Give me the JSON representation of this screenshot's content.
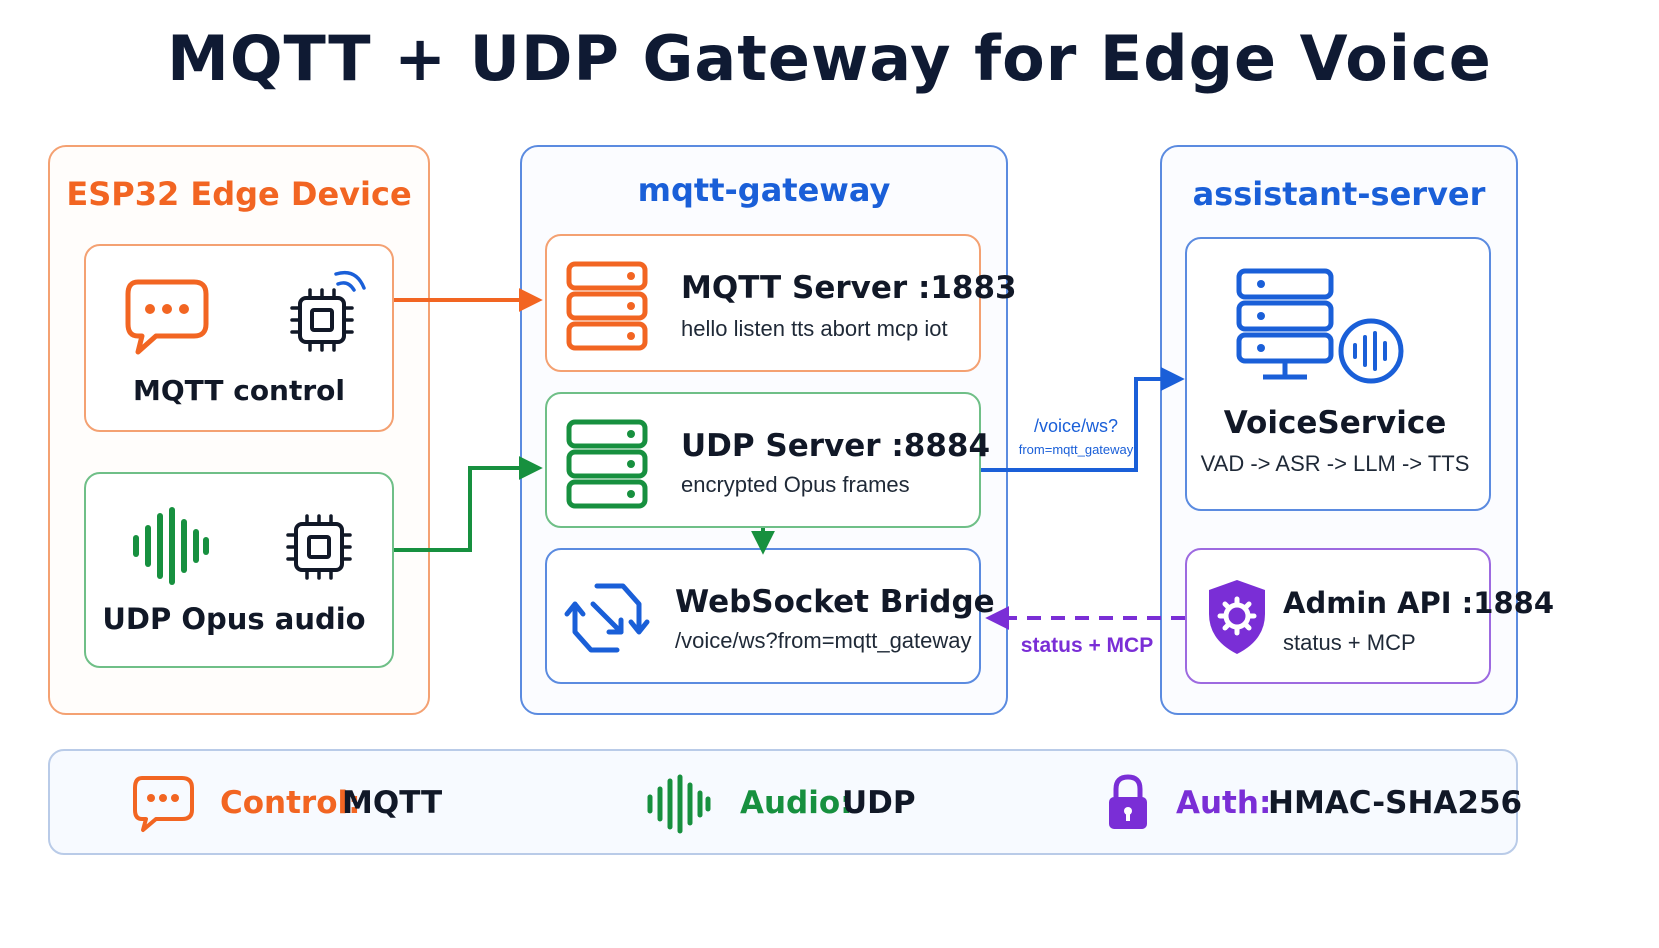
{
  "title": "MQTT + UDP Gateway for Edge Voice",
  "colors": {
    "orange": "#f26522",
    "blue": "#1a5fd8",
    "green": "#17903f",
    "purple": "#7a2ed6",
    "dark": "#0f1a33"
  },
  "device": {
    "title": "ESP32 Edge Device",
    "control": {
      "label": "MQTT control",
      "icons": [
        "chat-bubble-icon",
        "chip-wireless-icon"
      ]
    },
    "audio": {
      "label": "UDP Opus audio",
      "icons": [
        "waveform-icon",
        "chip-icon"
      ]
    }
  },
  "gateway": {
    "title": "mqtt-gateway",
    "mqtt_server": {
      "name": "MQTT Server :1883",
      "desc": "hello listen  tts abort mcp iot"
    },
    "udp_server": {
      "name": "UDP Server :8884",
      "desc": "encrypted Opus frames"
    },
    "ws_bridge": {
      "name": "WebSocket Bridge",
      "desc": "/voice/ws?from=mqtt_gateway"
    }
  },
  "server": {
    "title": "assistant-server",
    "voice_service": {
      "name": "VoiceService",
      "desc": "VAD -> ASR -> LLM -> TTS"
    },
    "admin_api": {
      "name": "Admin API :1884",
      "desc": "status + MCP"
    }
  },
  "edges": {
    "ws_label_line1": "/voice/ws?",
    "ws_label_line2": "from=mqtt_gateway",
    "admin_label": "status + MCP"
  },
  "legend": {
    "control_key": "Control:",
    "control_val": "MQTT",
    "audio_key": "Audio:",
    "audio_val": "UDP",
    "auth_key": "Auth:",
    "auth_val": "HMAC-SHA256"
  }
}
